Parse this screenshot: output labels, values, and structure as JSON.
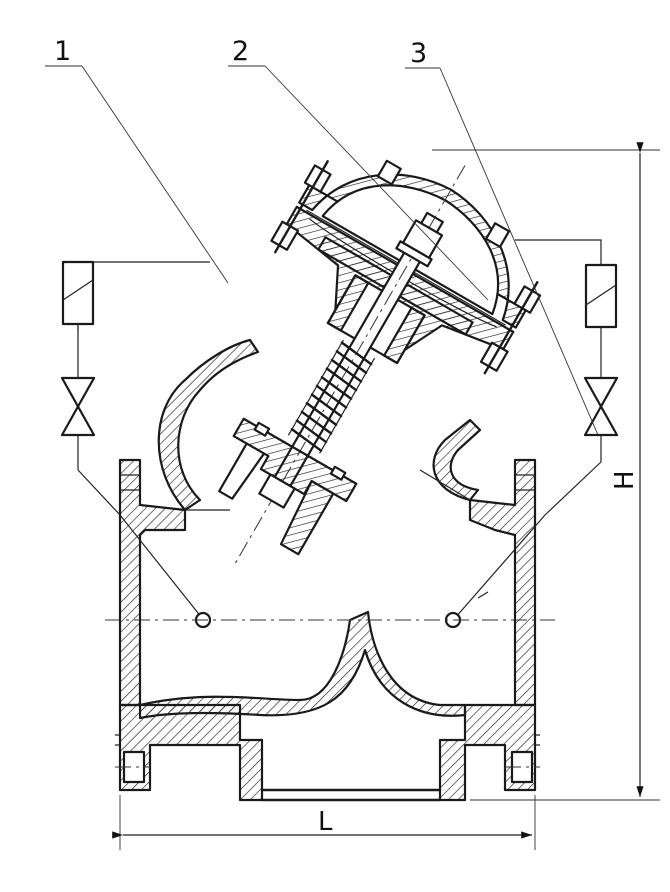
{
  "callouts": {
    "part_1": "1",
    "part_2": "2",
    "part_3": "3"
  },
  "dimensions": {
    "height_label": "H",
    "length_label": "L"
  }
}
